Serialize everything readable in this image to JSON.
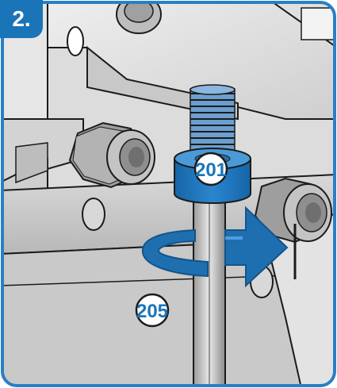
{
  "step": {
    "number_label": "2."
  },
  "callouts": [
    {
      "id": "201",
      "label": "201"
    },
    {
      "id": "205",
      "label": "205"
    }
  ],
  "colors": {
    "accent_blue": "#1a74b8",
    "arrow_blue": "#1e6fb0",
    "frame_blue": "#2a7fc6",
    "metal_light": "#e4e4e4",
    "metal_mid": "#c6c6c6",
    "metal_dark": "#8e8e8e",
    "outline": "#1b1b1b"
  },
  "icons": {
    "rotation": "clockwise-rotation-arrow-icon",
    "fastener": "hex-nut-icon",
    "tool": "allen-key-icon"
  }
}
